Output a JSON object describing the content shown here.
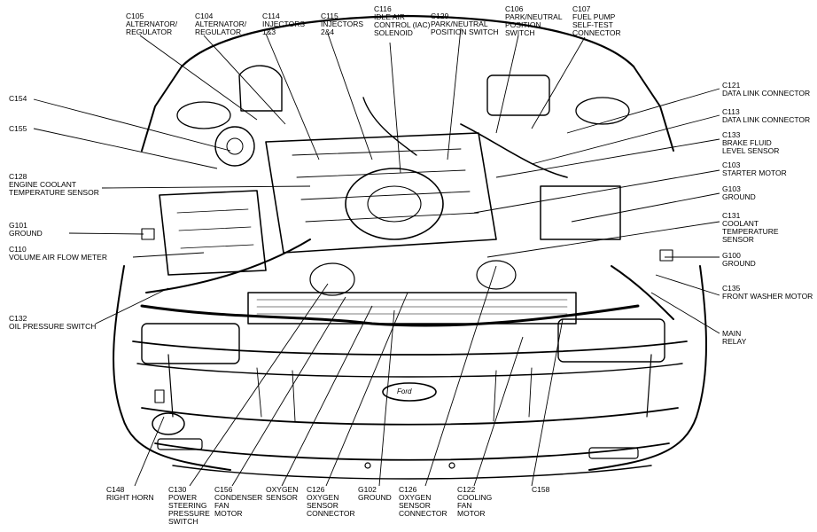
{
  "labels": [
    {
      "key": "c105",
      "code": "C105",
      "lines": [
        "ALTERNATOR/",
        "REGULATOR"
      ]
    },
    {
      "key": "c104",
      "code": "C104",
      "lines": [
        "ALTERNATOR/",
        "REGULATOR"
      ]
    },
    {
      "key": "c114",
      "code": "C114",
      "lines": [
        "INJECTORS",
        "1&3"
      ]
    },
    {
      "key": "c115",
      "code": "C115",
      "lines": [
        "INJECTORS",
        "2&4"
      ]
    },
    {
      "key": "c116",
      "code": "C116",
      "lines": [
        "IDLE AIR",
        "CONTROL (IAC)",
        "SOLENOID"
      ]
    },
    {
      "key": "c129",
      "code": "C129",
      "lines": [
        "PARK/NEUTRAL",
        "POSITION SWITCH"
      ]
    },
    {
      "key": "c106",
      "code": "C106",
      "lines": [
        "PARK/NEUTRAL",
        "POSITION",
        "SWITCH"
      ]
    },
    {
      "key": "c107",
      "code": "C107",
      "lines": [
        "FUEL PUMP",
        "SELF-TEST",
        "CONNECTOR"
      ]
    },
    {
      "key": "c154",
      "code": "C154",
      "lines": []
    },
    {
      "key": "c155",
      "code": "C155",
      "lines": []
    },
    {
      "key": "c128",
      "code": "C128",
      "lines": [
        "ENGINE COOLANT",
        "TEMPERATURE SENSOR"
      ]
    },
    {
      "key": "g101",
      "code": "G101",
      "lines": [
        "GROUND"
      ]
    },
    {
      "key": "c110",
      "code": "C110",
      "lines": [
        "VOLUME AIR FLOW METER"
      ]
    },
    {
      "key": "c132",
      "code": "C132",
      "lines": [
        "OIL PRESSURE SWITCH"
      ]
    },
    {
      "key": "c121",
      "code": "C121",
      "lines": [
        "DATA LINK CONNECTOR"
      ]
    },
    {
      "key": "c113",
      "code": "C113",
      "lines": [
        "DATA LINK CONNECTOR"
      ]
    },
    {
      "key": "c133",
      "code": "C133",
      "lines": [
        "BRAKE FLUID",
        "LEVEL SENSOR"
      ]
    },
    {
      "key": "c103",
      "code": "C103",
      "lines": [
        "STARTER MOTOR"
      ]
    },
    {
      "key": "g103",
      "code": "G103",
      "lines": [
        "GROUND"
      ]
    },
    {
      "key": "c131",
      "code": "C131",
      "lines": [
        "COOLANT",
        "TEMPERATURE",
        "SENSOR"
      ]
    },
    {
      "key": "g100",
      "code": "G100",
      "lines": [
        "GROUND"
      ]
    },
    {
      "key": "c135",
      "code": "C135",
      "lines": [
        "FRONT WASHER MOTOR"
      ]
    },
    {
      "key": "mainrelay",
      "code": "MAIN",
      "lines": [
        "RELAY"
      ]
    },
    {
      "key": "c148",
      "code": "C148",
      "lines": [
        "RIGHT HORN"
      ]
    },
    {
      "key": "c130",
      "code": "C130",
      "lines": [
        "POWER",
        "STEERING",
        "PRESSURE",
        "SWITCH"
      ]
    },
    {
      "key": "c156",
      "code": "C156",
      "lines": [
        "CONDENSER",
        "FAN",
        "MOTOR"
      ]
    },
    {
      "key": "o2a",
      "code": "OXYGEN",
      "lines": [
        "SENSOR"
      ]
    },
    {
      "key": "c126a",
      "code": "C126",
      "lines": [
        "OXYGEN",
        "SENSOR",
        "CONNECTOR"
      ]
    },
    {
      "key": "g102",
      "code": "G102",
      "lines": [
        "GROUND"
      ]
    },
    {
      "key": "c126b",
      "code": "C126",
      "lines": [
        "OXYGEN",
        "SENSOR",
        "CONNECTOR"
      ]
    },
    {
      "key": "c122",
      "code": "C122",
      "lines": [
        "COOLING",
        "FAN",
        "MOTOR"
      ]
    },
    {
      "key": "c158",
      "code": "C158",
      "lines": []
    }
  ],
  "badge": "Ford"
}
